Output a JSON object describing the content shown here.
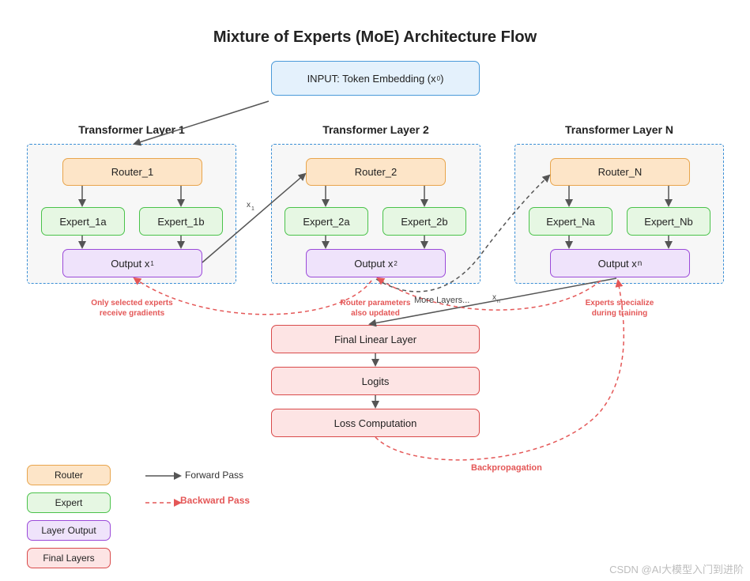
{
  "title": "Mixture of Experts (MoE) Architecture Flow",
  "input": {
    "label": "INPUT: Token Embedding (x",
    "sub": "0",
    "close": ")"
  },
  "layers": [
    {
      "title": "Transformer Layer 1",
      "router": "Router_1",
      "expert_a": "Expert_1a",
      "expert_b": "Expert_1b",
      "output": "Output x",
      "output_sub": "1"
    },
    {
      "title": "Transformer Layer 2",
      "router": "Router_2",
      "expert_a": "Expert_2a",
      "expert_b": "Expert_2b",
      "output": "Output x",
      "output_sub": "2"
    },
    {
      "title": "Transformer Layer N",
      "router": "Router_N",
      "expert_a": "Expert_Na",
      "expert_b": "Expert_Nb",
      "output": "Output x",
      "output_sub": "n"
    }
  ],
  "edge_labels": {
    "x1": "x",
    "x1_sub": "1",
    "more_layers": "More Layers...",
    "xn": "x",
    "xn_sub": "n"
  },
  "final": {
    "linear": "Final Linear Layer",
    "logits": "Logits",
    "loss": "Loss Computation"
  },
  "notes": {
    "selected": [
      "Only selected experts",
      "receive gradients"
    ],
    "router": [
      "Router parameters",
      "also updated"
    ],
    "specialize": [
      "Experts specialize",
      "during training"
    ],
    "backprop": "Backpropagation"
  },
  "legend": {
    "router": "Router",
    "expert": "Expert",
    "layer_output": "Layer Output",
    "final_layers": "Final Layers",
    "forward": "Forward Pass",
    "backward": "Backward Pass"
  },
  "colors": {
    "forward": "#555555",
    "backward": "#e45757",
    "container_border": "#3a8fd6"
  },
  "watermark": "CSDN @AI大模型入门到进阶"
}
